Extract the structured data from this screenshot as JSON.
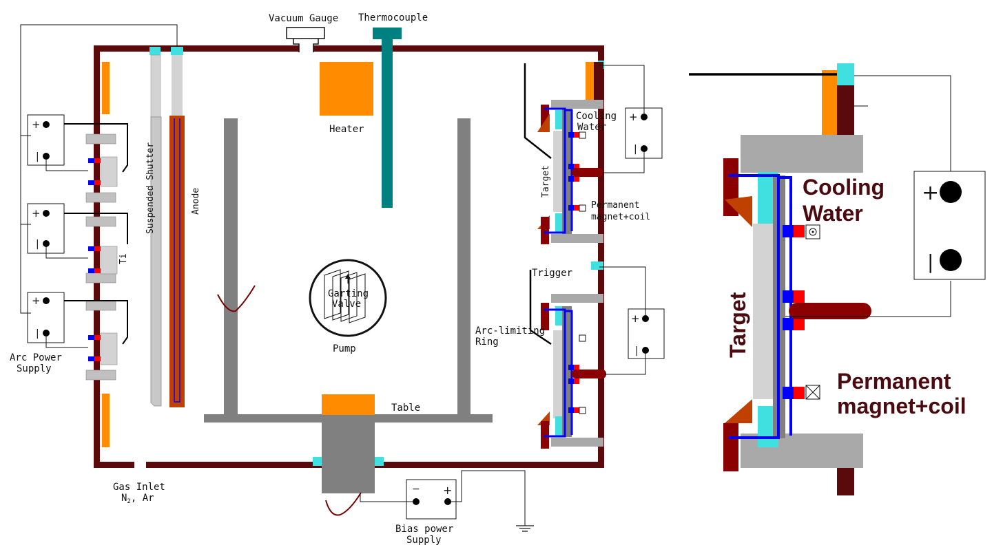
{
  "labels": {
    "vacuum_gauge": "Vacuum Gauge",
    "thermocouple": "Thermocouple",
    "heater": "Heater",
    "suspended_shutter": "Suspended Shutter",
    "anode": "Anode",
    "cooling_line1": "Cooling",
    "cooling_line2": "Water",
    "target": "Target",
    "permanent_line1": "Permanent",
    "permanent_line2": "magnet+coil",
    "trigger": "Trigger",
    "arc_ring_line1": "Arc-limiting",
    "arc_ring_line2": "Ring",
    "ti": "Ti",
    "valve_line1": "Garting",
    "valve_line2": "Valve",
    "pump": "Pump",
    "table": "Table",
    "arc_power_line1": "Arc Power",
    "arc_power_line2": "Supply",
    "gas_inlet_line1": "Gas Inlet",
    "gas_inlet_line2": "N",
    "gas_inlet_sub": "2",
    "gas_inlet_tail": ", Ar",
    "bias_line1": "Bias power",
    "bias_line2": "Supply"
  },
  "detail": {
    "cooling_line1": "Cooling",
    "cooling_line2": "Water",
    "target": "Target",
    "permanent_line1": "Permanent",
    "permanent_line2": "magnet+coil"
  },
  "signs": {
    "plus": "+",
    "minus": "−",
    "bar": "|"
  },
  "colors": {
    "wall": "#5a0a0a",
    "orange": "#ff8c00",
    "gray_dark": "#808080",
    "gray_light": "#c0c0c0",
    "teal": "#008080",
    "cyan": "#40e0e0",
    "blue": "#0000ff",
    "red": "#ff0000",
    "dark_red": "#8b0000",
    "rust": "#c04000",
    "label_dark": "#4a0a10"
  }
}
